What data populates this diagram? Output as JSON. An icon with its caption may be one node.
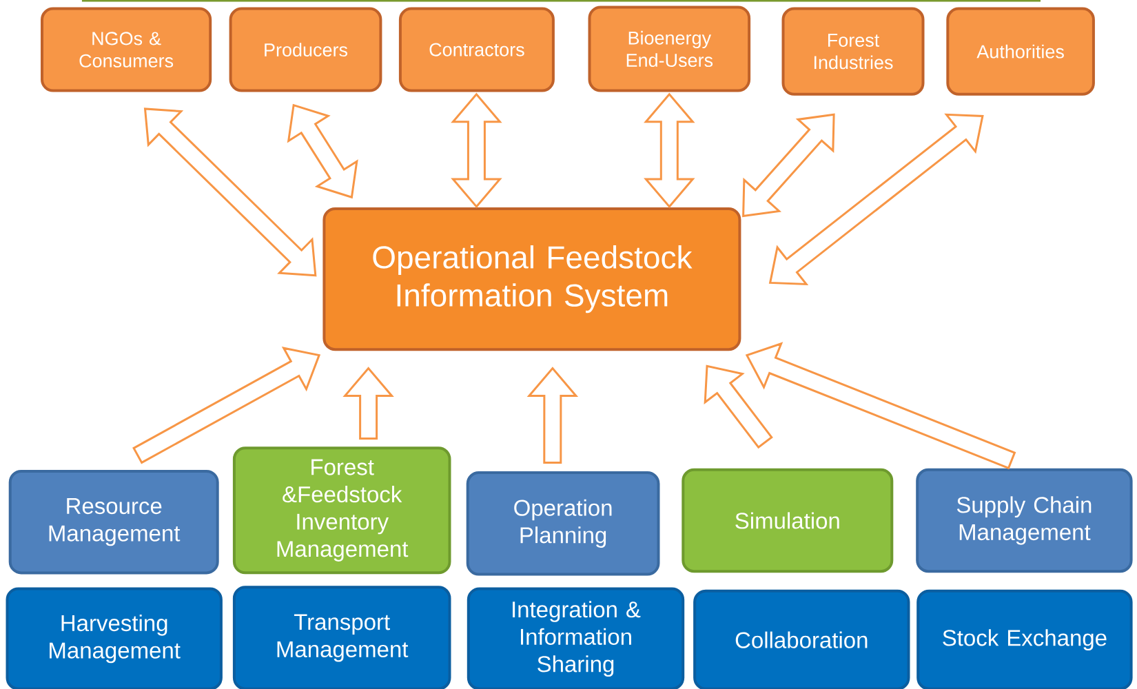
{
  "diagram": {
    "nodes": [
      {
        "text": [
          "NGOs & Consumers"
        ]
      },
      {
        "text": [
          "Producers"
        ]
      },
      {
        "text": [
          "Contractors"
        ]
      },
      {
        "text": [
          "Bioenergy End-Users"
        ]
      },
      {
        "text": [
          "Forest Industries"
        ]
      },
      {
        "text": [
          "Authorities"
        ]
      },
      {
        "text": [
          "Operational Feedstock Information System"
        ]
      },
      {
        "text": [
          "Resource Management"
        ]
      },
      {
        "text": [
          "Forest &Feedstock Inventory Management"
        ]
      },
      {
        "text": [
          "Operation Planning"
        ]
      },
      {
        "text": [
          "Simulation"
        ]
      },
      {
        "text": [
          "Supply Chain Management"
        ]
      },
      {
        "text": [
          "Harvesting Management"
        ]
      },
      {
        "text": [
          "Transport Management"
        ]
      },
      {
        "text": [
          "Integration & Information Sharing"
        ]
      },
      {
        "text": [
          "Collaboration"
        ]
      },
      {
        "text": [
          "Stock Exchange"
        ]
      }
    ],
    "edges": [
      {
        "from": 6,
        "to": 0,
        "arrow": "both"
      },
      {
        "from": 6,
        "to": 1,
        "arrow": "both"
      },
      {
        "from": 6,
        "to": 2,
        "arrow": "both"
      },
      {
        "from": 6,
        "to": 3,
        "arrow": "both"
      },
      {
        "from": 6,
        "to": 4,
        "arrow": "both"
      },
      {
        "from": 6,
        "to": 5,
        "arrow": "both"
      },
      {
        "from": 7,
        "to": 6,
        "arrow": "to"
      },
      {
        "from": 8,
        "to": 6,
        "arrow": "to"
      },
      {
        "from": 9,
        "to": 6,
        "arrow": "to"
      },
      {
        "from": 10,
        "to": 6,
        "arrow": "to"
      },
      {
        "from": 11,
        "to": 6,
        "arrow": "to"
      }
    ]
  }
}
